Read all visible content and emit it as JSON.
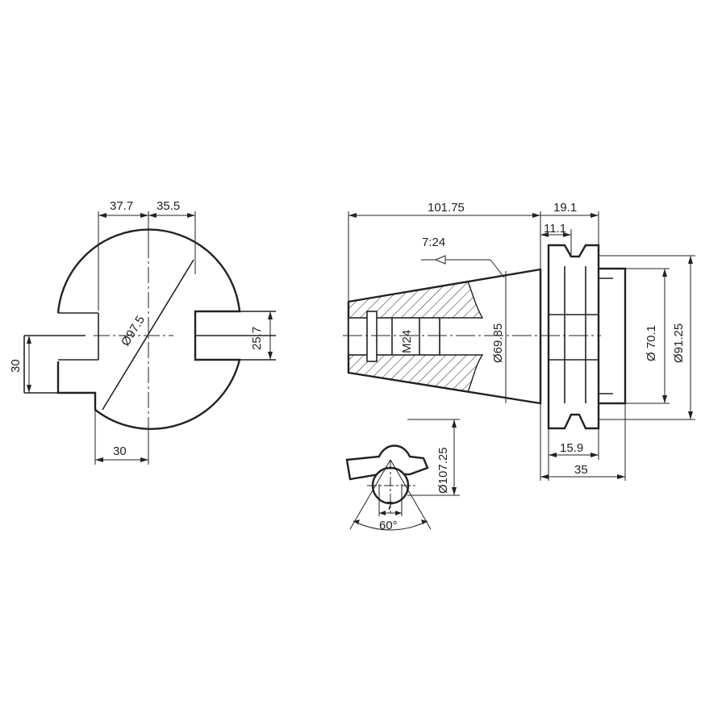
{
  "drawing": {
    "front_view": {
      "dim_left_width": "37.7",
      "dim_right_width": "35.5",
      "dim_diameter": "Ø97.5",
      "dim_slot_height": "25.7",
      "dim_keyway_height": "30",
      "dim_bottom_width": "30"
    },
    "side_view": {
      "dim_taper_length": "101.75",
      "dim_flange_width": "19.1",
      "dim_flange_offset": "11.1",
      "taper_ratio": "7:24",
      "thread": "M24",
      "dim_taper_diameter": "Ø69.85",
      "dim_groove_diameter": "Ø 70.1",
      "dim_flange_diameter": "Ø91.25",
      "dim_pilot_length": "15.9",
      "dim_overall_flange_length": "35"
    },
    "detail_view": {
      "dim_diameter": "Ø107.25",
      "dim_width": "7",
      "dim_angle": "60°"
    }
  }
}
